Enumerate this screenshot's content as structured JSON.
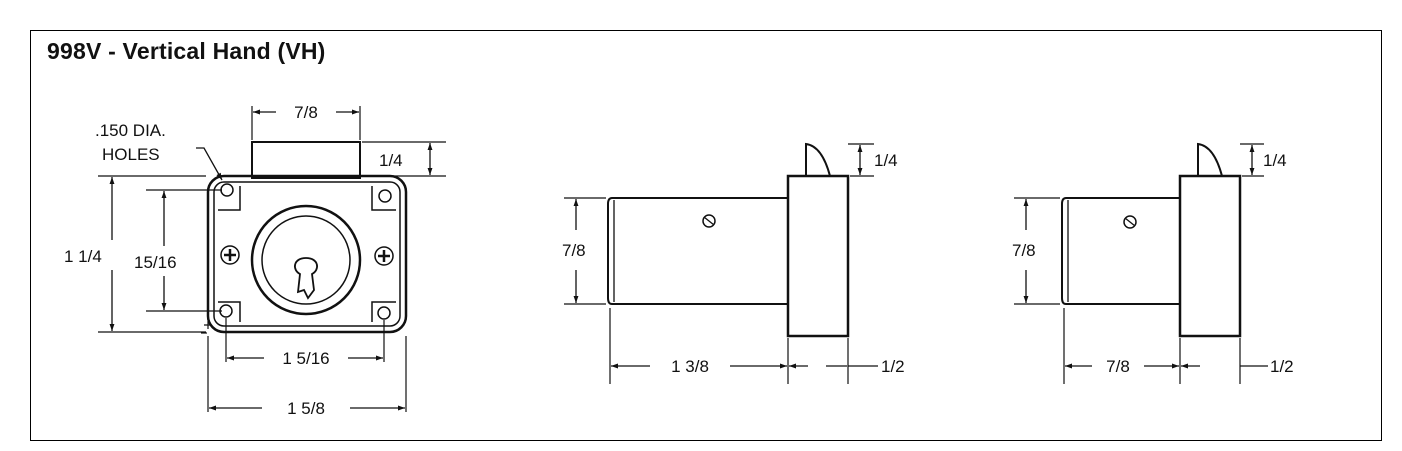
{
  "title": "998V - Vertical Hand (VH)",
  "front_view": {
    "holes_note_line1": ".150 DIA.",
    "holes_note_line2": "HOLES",
    "dim_cam_width": "7/8",
    "dim_cam_height": "1/4",
    "dim_overall_height": "1 1/4",
    "dim_hole_spacing_vertical": "15/16",
    "dim_hole_spacing_horizontal": "1 5/16",
    "dim_overall_width": "1 5/8"
  },
  "side_view_long": {
    "dim_cam_height": "1/4",
    "dim_cylinder_diameter": "7/8",
    "dim_cylinder_length": "1 3/8",
    "dim_body_thickness": "1/2"
  },
  "side_view_short": {
    "dim_cam_height": "1/4",
    "dim_cylinder_diameter": "7/8",
    "dim_cylinder_length": "7/8",
    "dim_body_thickness": "1/2"
  }
}
